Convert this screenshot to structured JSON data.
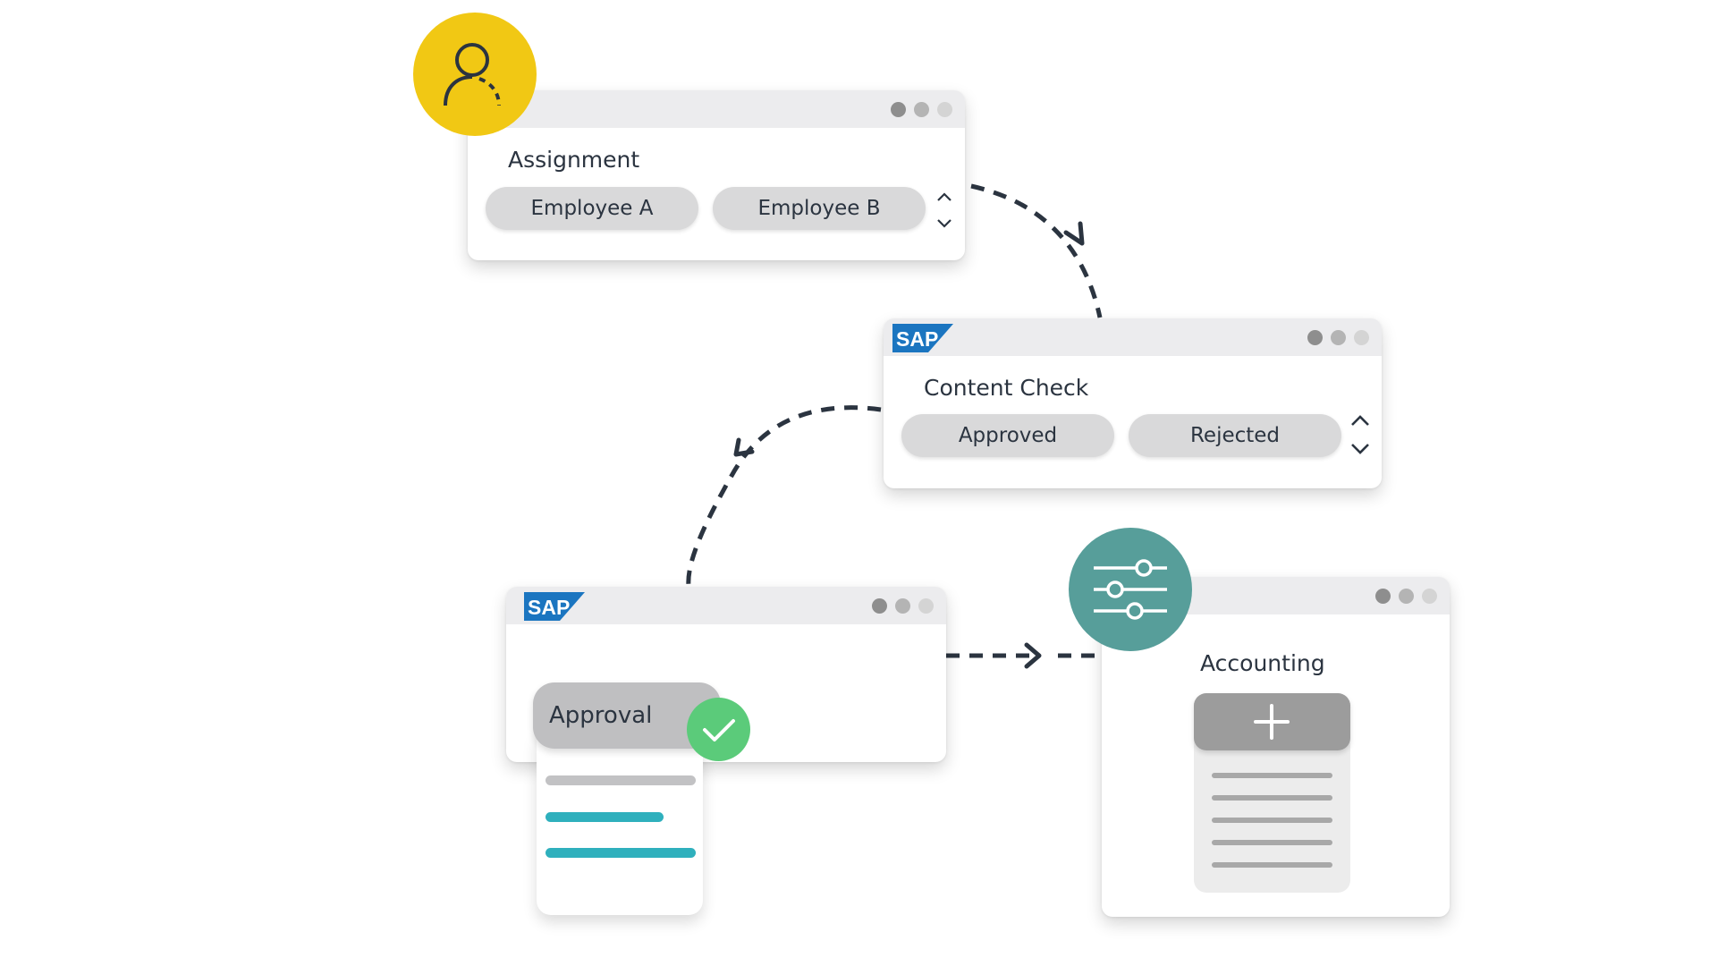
{
  "assignment": {
    "title": "Assignment",
    "options": [
      "Employee A",
      "Employee B"
    ]
  },
  "content_check": {
    "title": "Content Check",
    "options": [
      "Approved",
      "Rejected"
    ],
    "logo_text": "SAP"
  },
  "approval": {
    "logo_text": "SAP",
    "label": "Approval"
  },
  "accounting": {
    "title": "Accounting"
  },
  "icons": {
    "user": "user-icon",
    "settings": "sliders-icon",
    "check": "check-icon",
    "add": "plus-icon"
  },
  "colors": {
    "user_badge": "#f1c814",
    "settings_badge": "#579e9a",
    "check_badge": "#5bcb7a",
    "teal_bar": "#2fb0bd",
    "sap_blue": "#1b75c0"
  }
}
